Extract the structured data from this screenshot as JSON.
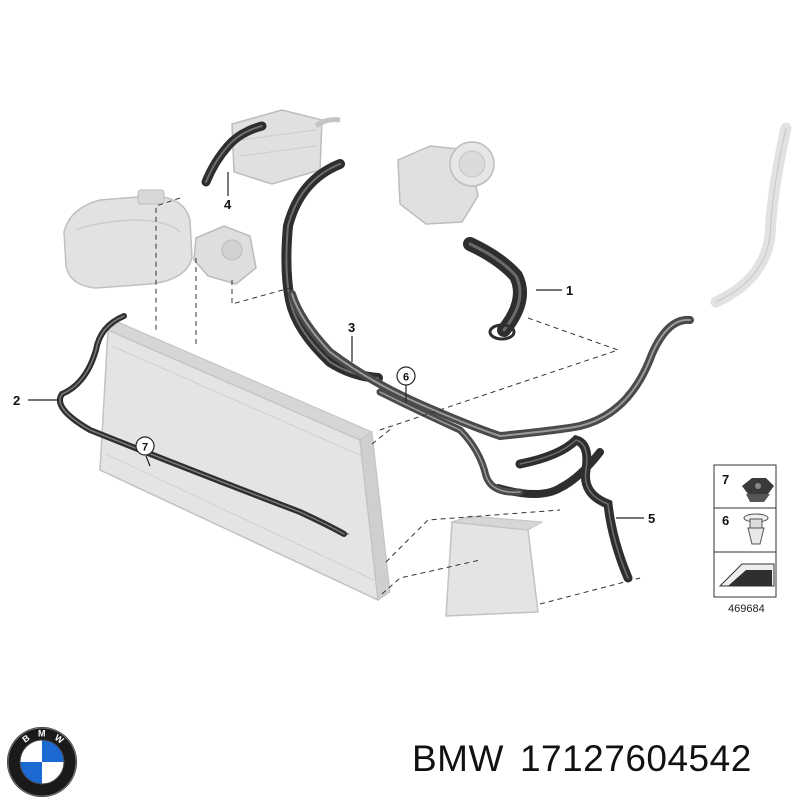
{
  "callouts": {
    "c1": "1",
    "c2": "2",
    "c3": "3",
    "c4": "4",
    "c5": "5",
    "c6": "6",
    "c7": "7"
  },
  "legend": {
    "item7": "7",
    "item6": "6"
  },
  "reference_number": "469684",
  "brand_name": "BMW",
  "part_number": "17127604542",
  "logo": {
    "letters": "BMW",
    "color_blue": "#1c69d4",
    "color_ring": "#1a1a1a"
  },
  "colors": {
    "hose": "#2e2e2e",
    "component": "#dedede",
    "component_edge": "#b9b9b9"
  }
}
